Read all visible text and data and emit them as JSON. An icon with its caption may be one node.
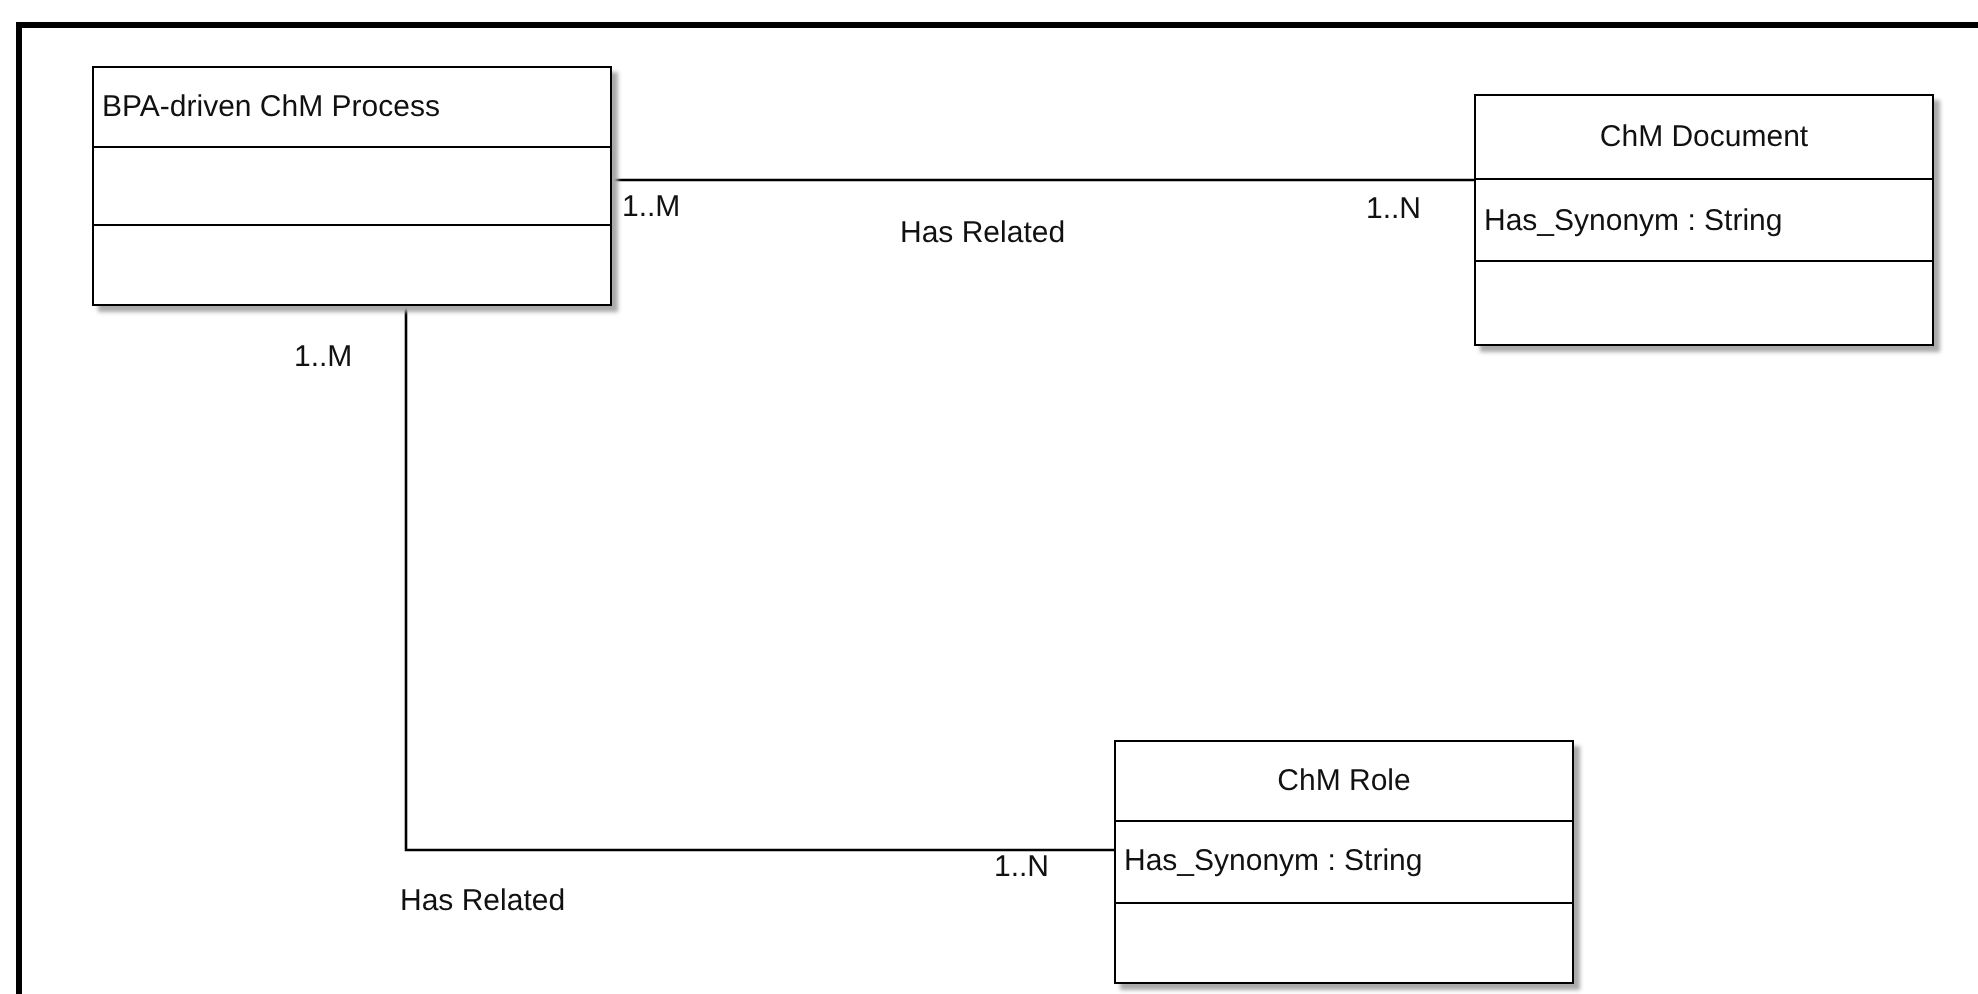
{
  "diagram": {
    "nodes": [
      {
        "text": [
          "BPA-driven ChM Process"
        ]
      },
      {
        "text": [
          "ChM Document",
          "Has_Synonym : String"
        ]
      },
      {
        "text": [
          "ChM Role",
          "Has_Synonym : String"
        ]
      }
    ],
    "edges": [
      {
        "from": 0,
        "to": 1,
        "arrow": "none",
        "label": "Has Related"
      },
      {
        "from": 0,
        "to": 2,
        "arrow": "none",
        "label": "Has Related"
      }
    ],
    "labels": [
      "1..M",
      "1..N",
      "1..M",
      "1..N"
    ]
  }
}
